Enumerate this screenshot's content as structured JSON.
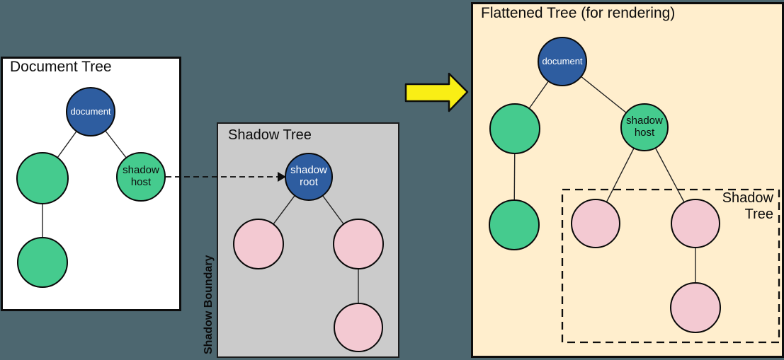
{
  "panels": {
    "document_tree": {
      "title": "Document Tree"
    },
    "shadow_tree": {
      "title": "Shadow Tree",
      "boundary_label": "Shadow Boundary"
    },
    "flattened_tree": {
      "title": "Flattened Tree (for rendering)",
      "shadow_tree_box_label": "Shadow Tree"
    }
  },
  "node_labels": {
    "document": "document",
    "shadow_host": "shadow host",
    "shadow_root": "shadow root"
  },
  "colors": {
    "background": "#4d6770",
    "document_node_blue": "#2e5da0",
    "element_node_green": "#45cb8e",
    "shadow_node_pink": "#f3c9d2",
    "document_panel": "#ffffff",
    "shadow_panel_gray": "#cbcbcb",
    "flattened_panel_cream": "#ffeecd",
    "flatten_arrow_yellow": "#f9ee15",
    "outline_black": "#0d0d0d"
  }
}
